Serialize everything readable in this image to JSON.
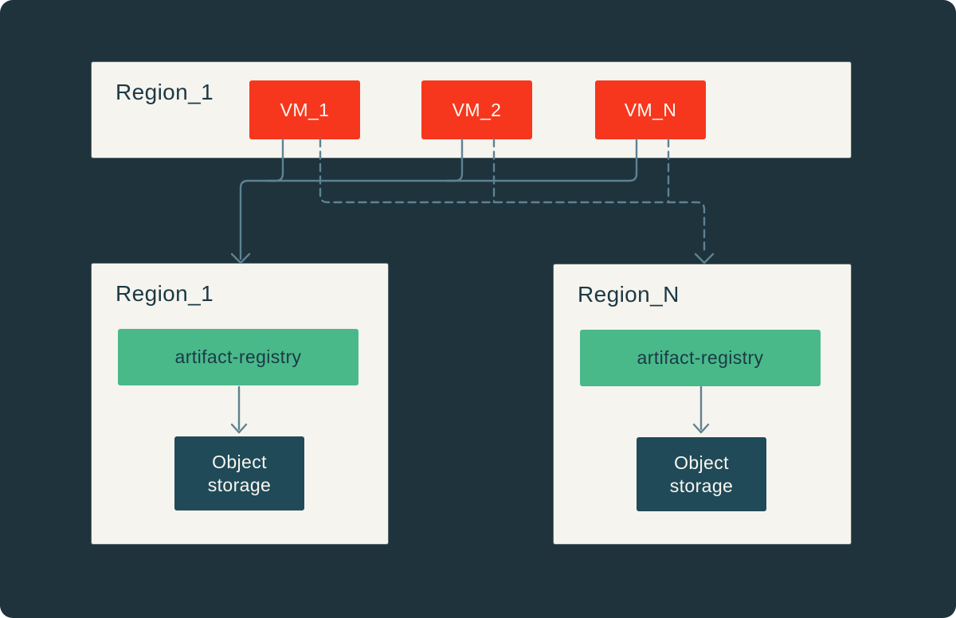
{
  "colors": {
    "background": "#1e333c",
    "panel_cream": "#f6f4ee",
    "vm_red": "#f6371e",
    "registry_green": "#49b98a",
    "storage_teal": "#204a58",
    "connector_slate": "#5e8292",
    "text_dark": "#1b3945",
    "text_light": "#fdf9f3"
  },
  "top_region": {
    "label": "Region_1",
    "vms": [
      "VM_1",
      "VM_2",
      "VM_N"
    ]
  },
  "regions": [
    {
      "label": "Region_1",
      "registry": "artifact-registry",
      "storage": "Object storage"
    },
    {
      "label": "Region_N",
      "registry": "artifact-registry",
      "storage": "Object storage"
    }
  ],
  "connections": [
    {
      "style": "solid",
      "from": "VM_1, VM_2, VM_N",
      "to": "Region_1"
    },
    {
      "style": "dashed",
      "from": "VM_1, VM_2, VM_N",
      "to": "Region_N"
    }
  ]
}
